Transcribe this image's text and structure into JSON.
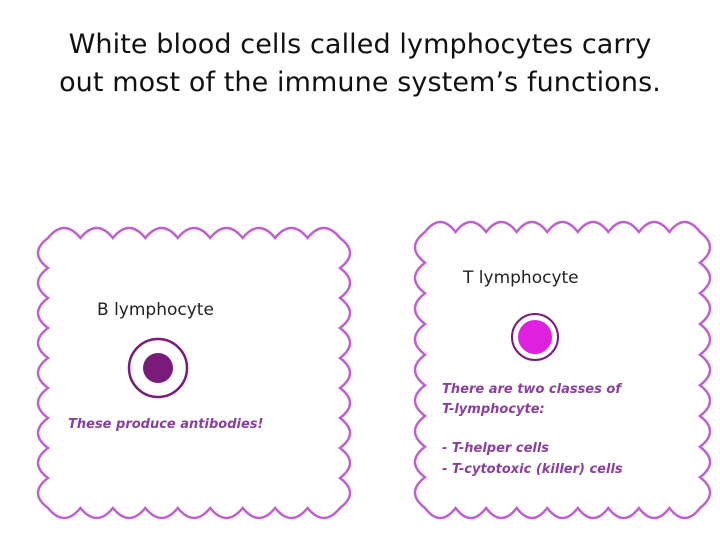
{
  "title": {
    "line1": "White blood cells called lymphocytes carry",
    "line2": "out most of the immune system’s functions."
  },
  "b_cell": {
    "label": "B lymphocyte",
    "description": "These produce antibodies!",
    "outline_color": "#c060d0",
    "nucleus_color": "#7a1a7a"
  },
  "t_cell": {
    "label": "T lymphocyte",
    "description_line1": "There are two classes of",
    "description_line2": "T-lymphocyte:",
    "classes": [
      "-   T-helper cells",
      "-   T-cytotoxic (killer) cells"
    ],
    "outline_color": "#c060d0",
    "nucleus_color": "#e020e0"
  }
}
